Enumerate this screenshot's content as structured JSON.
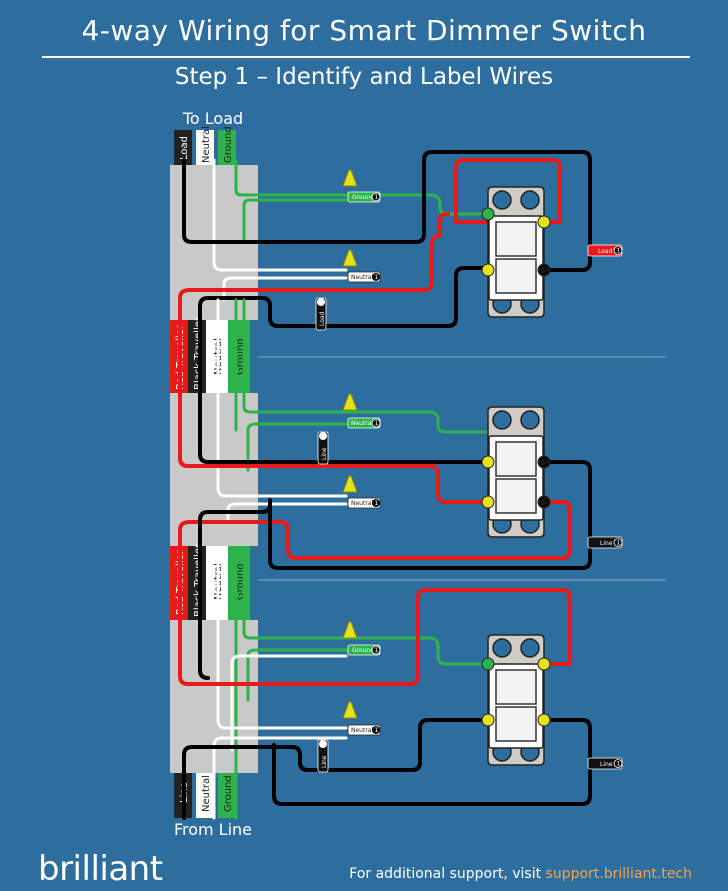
{
  "title": "4-way Wiring for Smart Dimmer Switch",
  "subtitle": "Step 1 – Identify and Label Wires",
  "top_label": "To Load",
  "bottom_label": "From Line",
  "brand": "brilliant",
  "footer": {
    "text": "For additional support, visit",
    "link": "support.brilliant.tech"
  },
  "box1_wire_labels": {
    "load": "Load",
    "neutral": "Neutral",
    "ground": "Ground"
  },
  "box2_wire_labels": {
    "red": "Red Traveller",
    "black": "Black Traveller",
    "neutral": "Neutral",
    "ground": "Ground"
  },
  "box3_wire_labels": {
    "red": "Red Traveller",
    "black": "Black Traveller",
    "neutral": "Neutral",
    "ground": "Ground"
  },
  "box4_wire_labels": {
    "line": "Line",
    "neutral": "Neutral",
    "ground": "Ground"
  },
  "tags": {
    "ground": "Ground",
    "neutral": "Neutral",
    "load": "Load",
    "line": "Line",
    "badge": "1"
  },
  "colors": {
    "background": "#2e6e9e",
    "box": "#c9c9c9",
    "ground_wire": "#2db34a",
    "neutral_wire": "#ffffff",
    "hot_wire": "#000000",
    "traveller_wire": "#e8191b",
    "wire_nut": "#e6e219",
    "link": "#f0a34a"
  }
}
